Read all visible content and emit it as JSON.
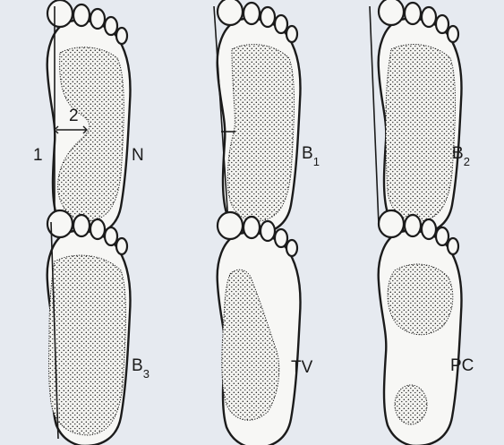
{
  "figure": {
    "panels": [
      {
        "id": "n",
        "label": "N",
        "subscript": ""
      },
      {
        "id": "b1",
        "label": "B",
        "subscript": "1"
      },
      {
        "id": "b2",
        "label": "B",
        "subscript": "2"
      },
      {
        "id": "b3",
        "label": "B",
        "subscript": "3"
      },
      {
        "id": "tv",
        "label": "TV",
        "subscript": ""
      },
      {
        "id": "pc",
        "label": "PC",
        "subscript": ""
      }
    ],
    "annotations": {
      "line_marker": "1",
      "width_marker": "2"
    },
    "colors": {
      "background": "#e6eaf0",
      "ink": "#1b1b1b",
      "foot_fill": "#f7f7f5"
    }
  }
}
